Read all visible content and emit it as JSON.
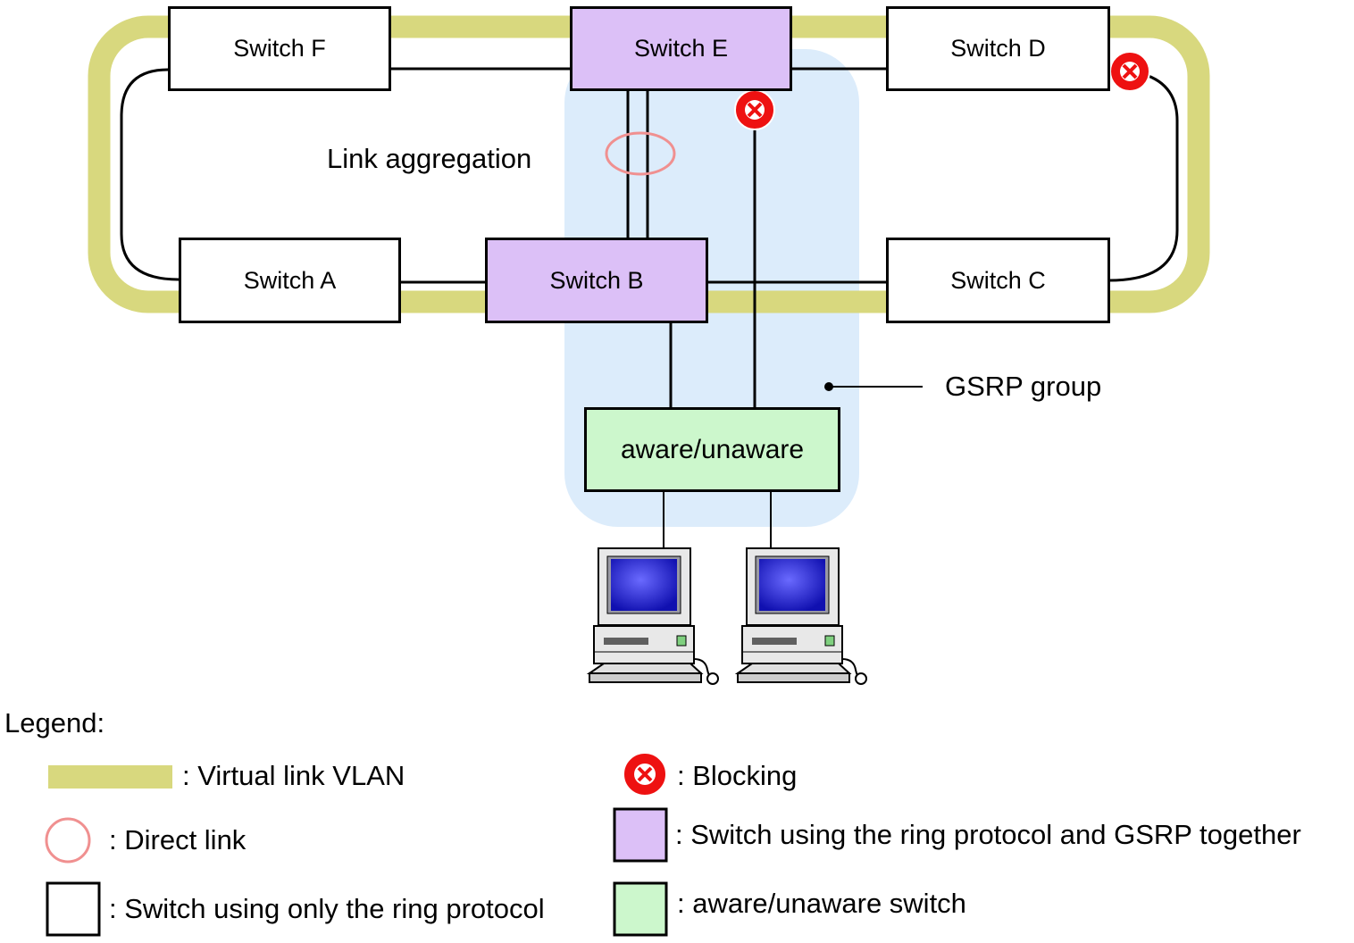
{
  "diagram": {
    "switches": {
      "f": "Switch F",
      "e": "Switch E",
      "d": "Switch D",
      "a": "Switch A",
      "b": "Switch B",
      "c": "Switch C",
      "aware": "aware/unaware"
    },
    "labels": {
      "link_aggregation": "Link aggregation",
      "gsrp_group": "GSRP group"
    }
  },
  "legend": {
    "title": "Legend:",
    "virtual_link_vlan": ": Virtual link VLAN",
    "direct_link": ": Direct link",
    "ring_only": ": Switch using only the ring protocol",
    "blocking": ": Blocking",
    "ring_and_gsrp": ": Switch using the ring protocol and GSRP together",
    "aware_unaware": ": aware/unaware switch"
  },
  "colors": {
    "virtual_link_vlan": "#d8d87e",
    "direct_link": "#f09090",
    "gsrp_group_area": "#dcecfb",
    "ring_and_gsrp_switch": "#dcc0f7",
    "aware_unaware_switch": "#ccf7cc",
    "blocking": "#ee1111",
    "monitor_screen": "#2a2ad0"
  },
  "icons": {
    "blocking": "blocking-icon",
    "terminal": "pc-terminal-icon"
  }
}
